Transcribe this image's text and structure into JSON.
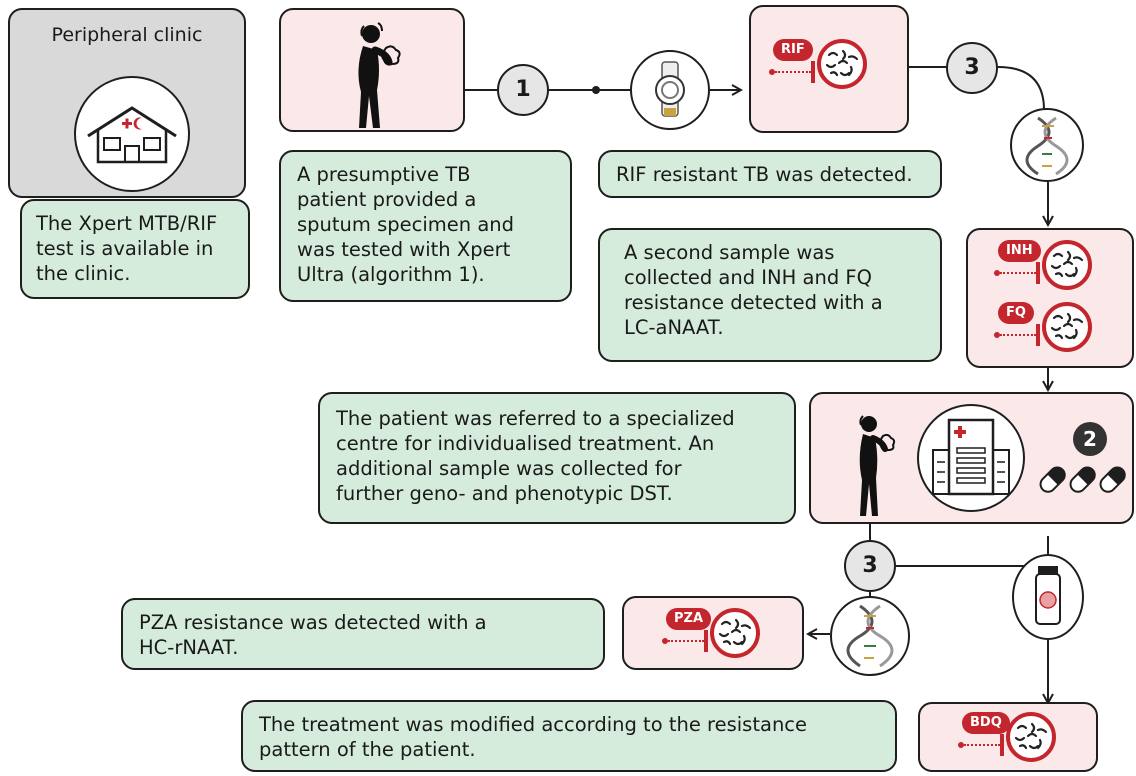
{
  "clinic": {
    "title": "Peripheral clinic"
  },
  "notes": {
    "xpert_available": [
      "The Xpert MTB/RIF",
      "test is available in",
      "the clinic."
    ],
    "presumptive": [
      "A presumptive TB",
      "patient provided a",
      "sputum specimen and",
      "was tested with Xpert",
      "Ultra (algorithm 1)."
    ],
    "rif": [
      "RIF resistant TB was detected."
    ],
    "second_sample": [
      "A second sample was",
      "collected and INH and FQ",
      "resistance detected with a",
      "LC-aNAAT."
    ],
    "referred": [
      "The patient was referred to a specialized",
      "centre for individualised treatment. An",
      "additional sample was collected for",
      "further geno- and phenotypic DST."
    ],
    "pza": [
      "PZA resistance was detected with a",
      "HC-rNAAT."
    ],
    "modified": [
      "The treatment was modified according to the resistance",
      "pattern of the patient."
    ]
  },
  "steps": {
    "one": "1",
    "three_top": "3",
    "three_bottom": "3"
  },
  "resistance_labels": {
    "rif": "RIF",
    "inh": "INH",
    "fq": "FQ",
    "pza": "PZA",
    "bdq": "BDQ"
  },
  "treatment_badge": "2",
  "colors": {
    "note_green": "#d5ecdc",
    "result_pink": "#fbe9ea",
    "clinic_grey": "#d9d9d9",
    "resistance_red": "#c4262e"
  }
}
